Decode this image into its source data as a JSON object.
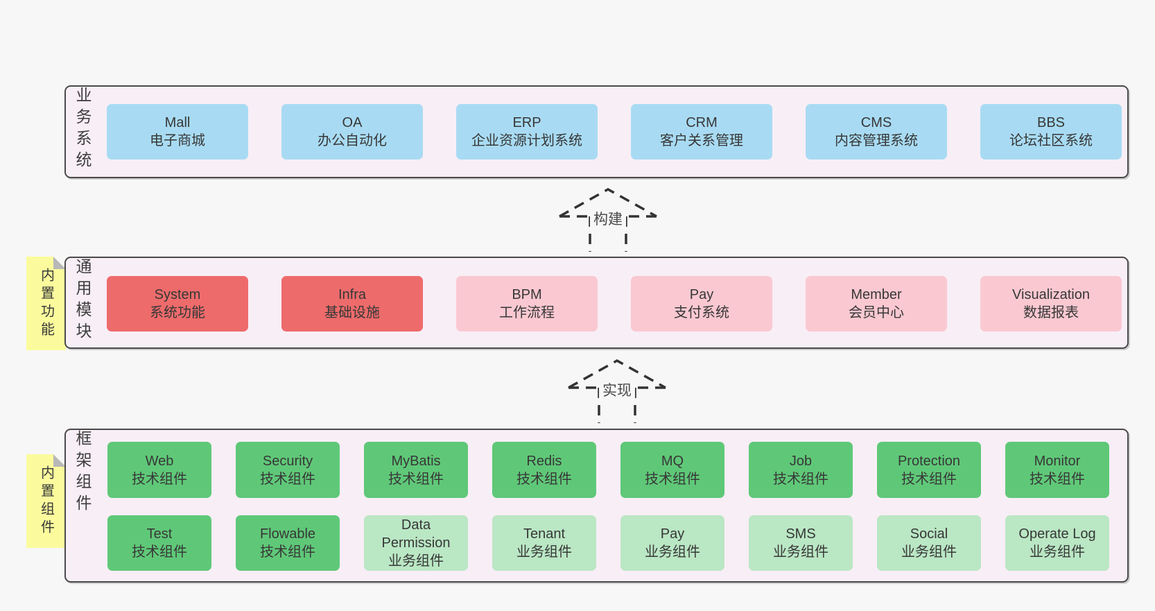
{
  "diagram": {
    "layers": [
      {
        "label": "业务系统",
        "boxes": [
          {
            "title": "Mall",
            "subtitle": "电子商城"
          },
          {
            "title": "OA",
            "subtitle": "办公自动化"
          },
          {
            "title": "ERP",
            "subtitle": "企业资源计划系统"
          },
          {
            "title": "CRM",
            "subtitle": "客户关系管理"
          },
          {
            "title": "CMS",
            "subtitle": "内容管理系统"
          },
          {
            "title": "BBS",
            "subtitle": "论坛社区系统"
          }
        ]
      },
      {
        "label": "通用模块",
        "sticky": "内置功能",
        "boxes": [
          {
            "title": "System",
            "subtitle": "系统功能"
          },
          {
            "title": "Infra",
            "subtitle": "基础设施"
          },
          {
            "title": "BPM",
            "subtitle": "工作流程"
          },
          {
            "title": "Pay",
            "subtitle": "支付系统"
          },
          {
            "title": "Member",
            "subtitle": "会员中心"
          },
          {
            "title": "Visualization",
            "subtitle": "数据报表"
          }
        ]
      },
      {
        "label": "框架组件",
        "sticky": "内置组件",
        "row1": [
          {
            "title": "Web",
            "subtitle": "技术组件"
          },
          {
            "title": "Security",
            "subtitle": "技术组件"
          },
          {
            "title": "MyBatis",
            "subtitle": "技术组件"
          },
          {
            "title": "Redis",
            "subtitle": "技术组件"
          },
          {
            "title": "MQ",
            "subtitle": "技术组件"
          },
          {
            "title": "Job",
            "subtitle": "技术组件"
          },
          {
            "title": "Protection",
            "subtitle": "技术组件"
          },
          {
            "title": "Monitor",
            "subtitle": "技术组件"
          }
        ],
        "row2": [
          {
            "title": "Test",
            "subtitle": "技术组件"
          },
          {
            "title": "Flowable",
            "subtitle": "技术组件"
          },
          {
            "title": "Data Permission",
            "subtitle": "业务组件"
          },
          {
            "title": "Tenant",
            "subtitle": "业务组件"
          },
          {
            "title": "Pay",
            "subtitle": "业务组件"
          },
          {
            "title": "SMS",
            "subtitle": "业务组件"
          },
          {
            "title": "Social",
            "subtitle": "业务组件"
          },
          {
            "title": "Operate Log",
            "subtitle": "业务组件"
          }
        ]
      }
    ],
    "arrows": [
      {
        "label": "构建"
      },
      {
        "label": "实现"
      }
    ],
    "colors": {
      "page_bg": "#f7f7f7",
      "layer_bg": "#f8eef6",
      "layer_border": "#4a4a4a",
      "box_blue": "#a8dbf3",
      "box_red": "#ee6b6b",
      "box_pink": "#fac8d1",
      "box_green": "#5fc878",
      "box_green_light": "#bae7c4",
      "sticky_yellow": "#fbfb9d",
      "sticky_fold": "#b8b8b8",
      "text": "#3a3a3a",
      "arrow_dash": "#333333"
    }
  }
}
